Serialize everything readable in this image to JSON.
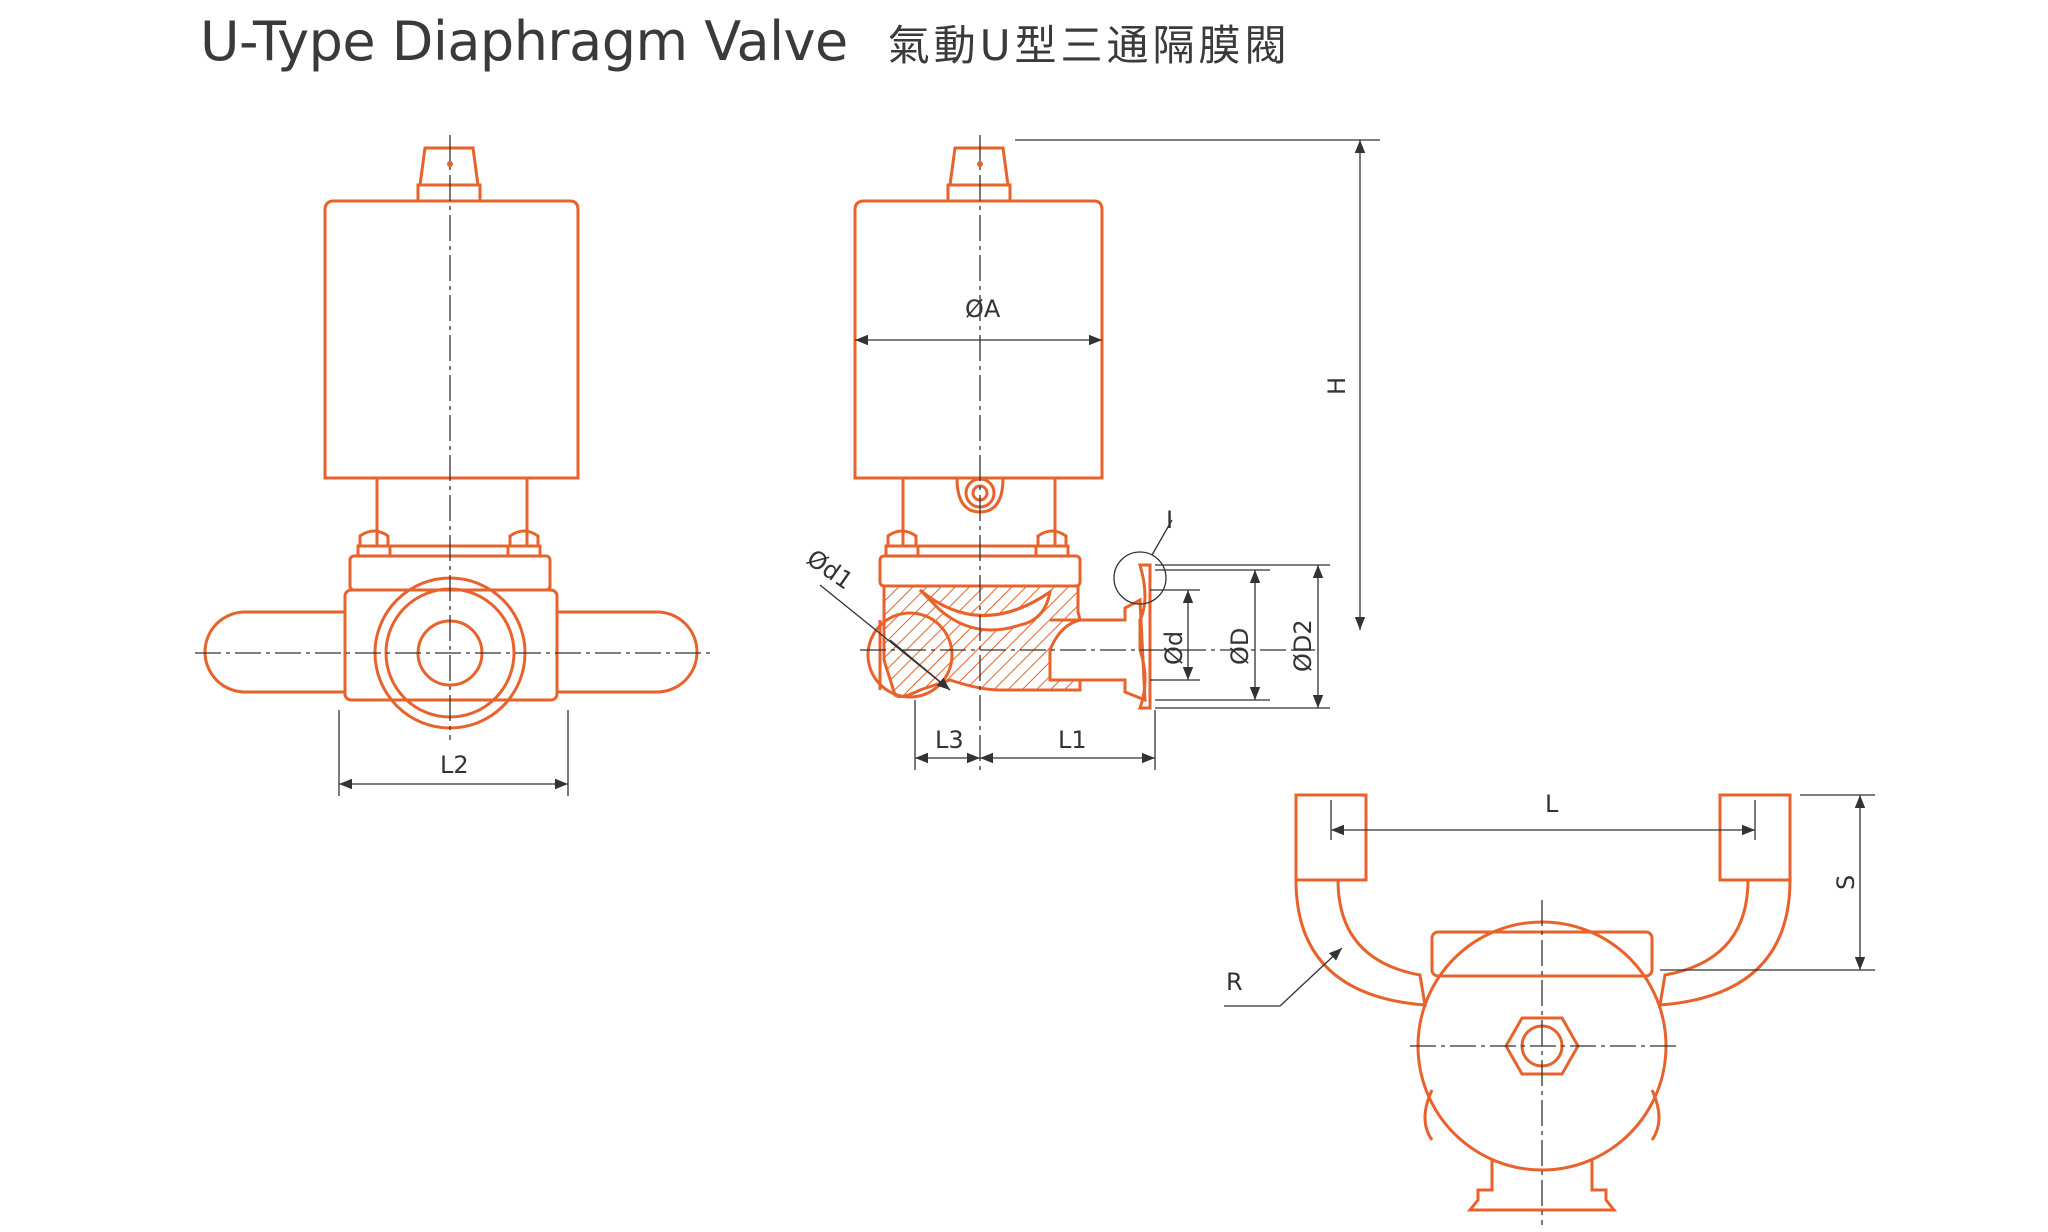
{
  "title": {
    "english": "U-Type Diaphragm Valve",
    "chinese": "氣動U型三通隔膜閥"
  },
  "dimensions": {
    "L2": "L2",
    "phiA": "ØA",
    "H": "H",
    "I": "I",
    "phid1": "Ød1",
    "phid": "Ød",
    "phiD": "ØD",
    "phiD2": "ØD2",
    "L3": "L3",
    "L1": "L1",
    "L": "L",
    "S": "S",
    "R": "R"
  },
  "colors": {
    "outline": "#e8622c",
    "dimension": "#333333",
    "text": "#3a3a3a",
    "background": "#ffffff"
  }
}
